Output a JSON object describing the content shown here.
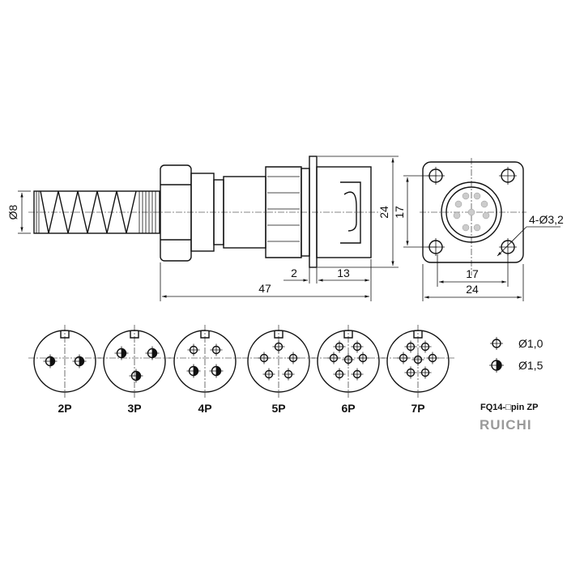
{
  "dimensions": {
    "cable_dia": "Ø8",
    "total_length": "47",
    "flange_thickness": "2",
    "nose_length": "13",
    "flange_height": "24",
    "hole_spacing_vertical": "17",
    "hole_spacing_horizontal": "17",
    "flange_width": "24",
    "mount_holes": "4-Ø3,2"
  },
  "layouts": [
    {
      "label": "2P"
    },
    {
      "label": "3P"
    },
    {
      "label": "4P"
    },
    {
      "label": "5P"
    },
    {
      "label": "6P"
    },
    {
      "label": "7P"
    }
  ],
  "legend": [
    {
      "label": "Ø1,0"
    },
    {
      "label": "Ø1,5"
    }
  ],
  "model_label": "FQ14-□pin ZP",
  "watermark": "RUICHI"
}
